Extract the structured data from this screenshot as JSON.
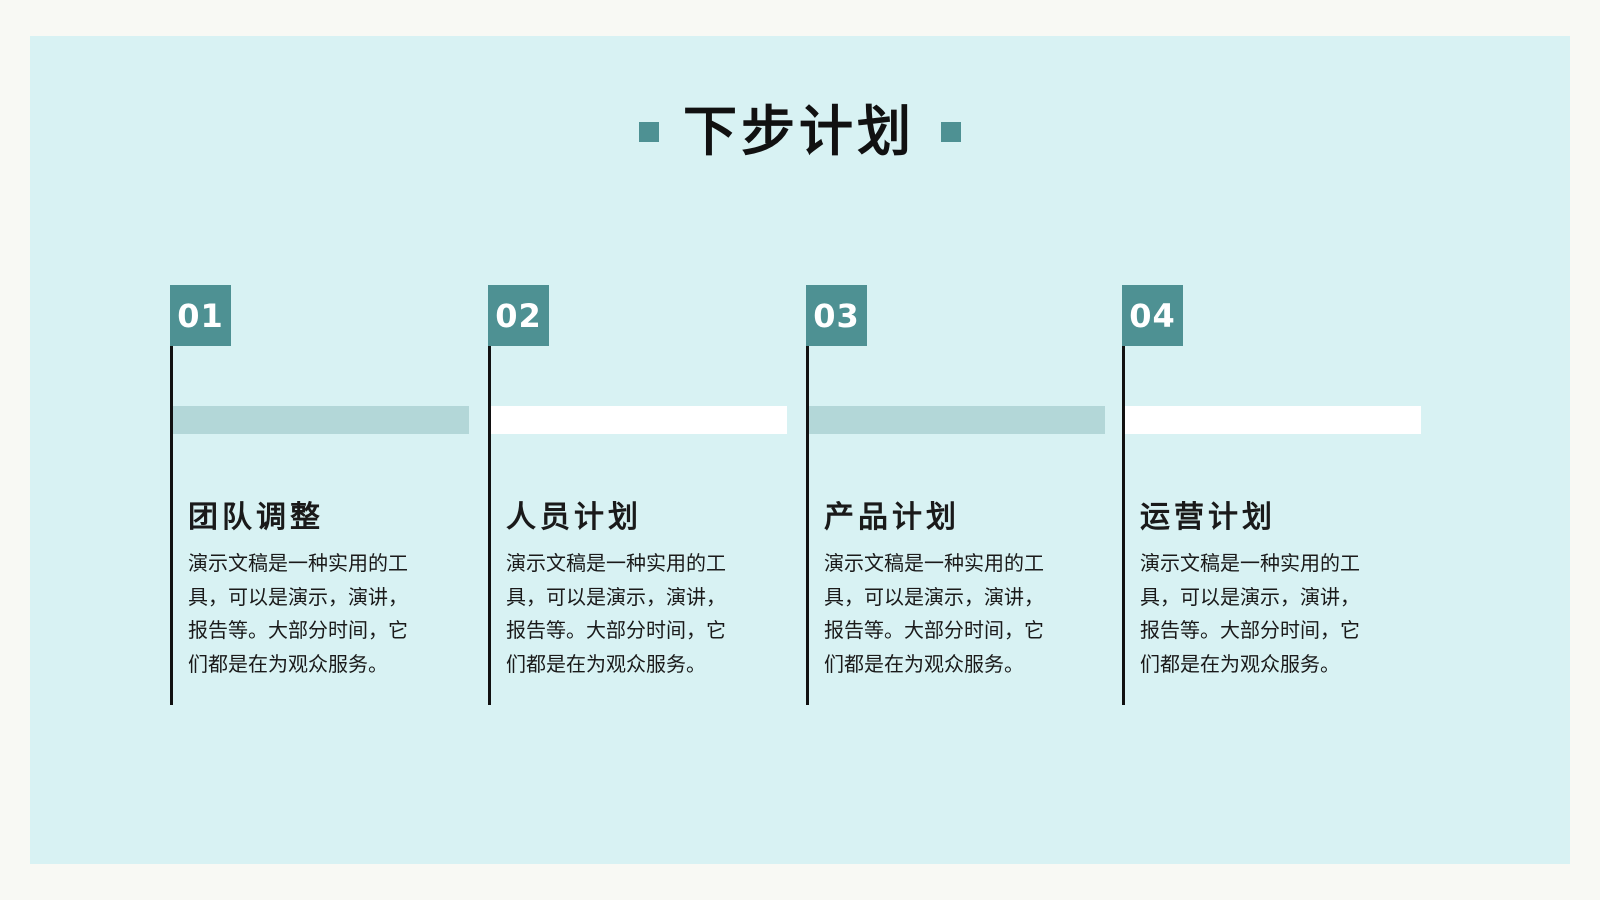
{
  "slide": {
    "title": "下步计划"
  },
  "steps": [
    {
      "number": "01",
      "title": "团队调整",
      "body": "演示文稿是一种实用的工具，可以是演示，演讲，报告等。大部分时间，它们都是在为观众服务。"
    },
    {
      "number": "02",
      "title": "人员计划",
      "body": "演示文稿是一种实用的工具，可以是演示，演讲，报告等。大部分时间，它们都是在为观众服务。"
    },
    {
      "number": "03",
      "title": "产品计划",
      "body": "演示文稿是一种实用的工具，可以是演示，演讲，报告等。大部分时间，它们都是在为观众服务。"
    },
    {
      "number": "04",
      "title": "运营计划",
      "body": "演示文稿是一种实用的工具，可以是演示，演讲，报告等。大部分时间，它们都是在为观众服务。"
    }
  ],
  "colors": {
    "accent": "#4e9193",
    "panel_background": "#d8f2f3",
    "bar_teal": "#b3d7d8",
    "bar_white": "#ffffff",
    "pole": "#111111"
  }
}
